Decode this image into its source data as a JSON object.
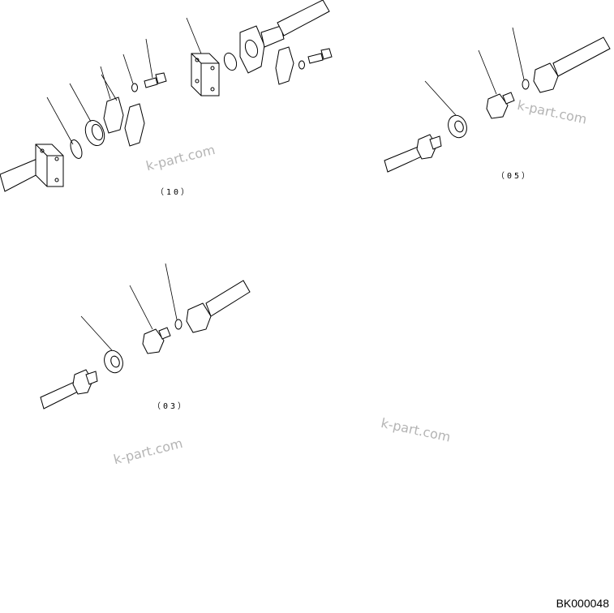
{
  "sections": [
    {
      "label": "（10）"
    },
    {
      "label": "（05）"
    },
    {
      "label": "（03）"
    }
  ],
  "watermarks": [
    "k-part.com",
    "k-part.com",
    "k-part.com",
    "k-part.com"
  ],
  "drawing_code": "BK000048",
  "colors": {
    "line": "#000000",
    "watermark": "#b4b4b4",
    "background": "#ffffff"
  }
}
